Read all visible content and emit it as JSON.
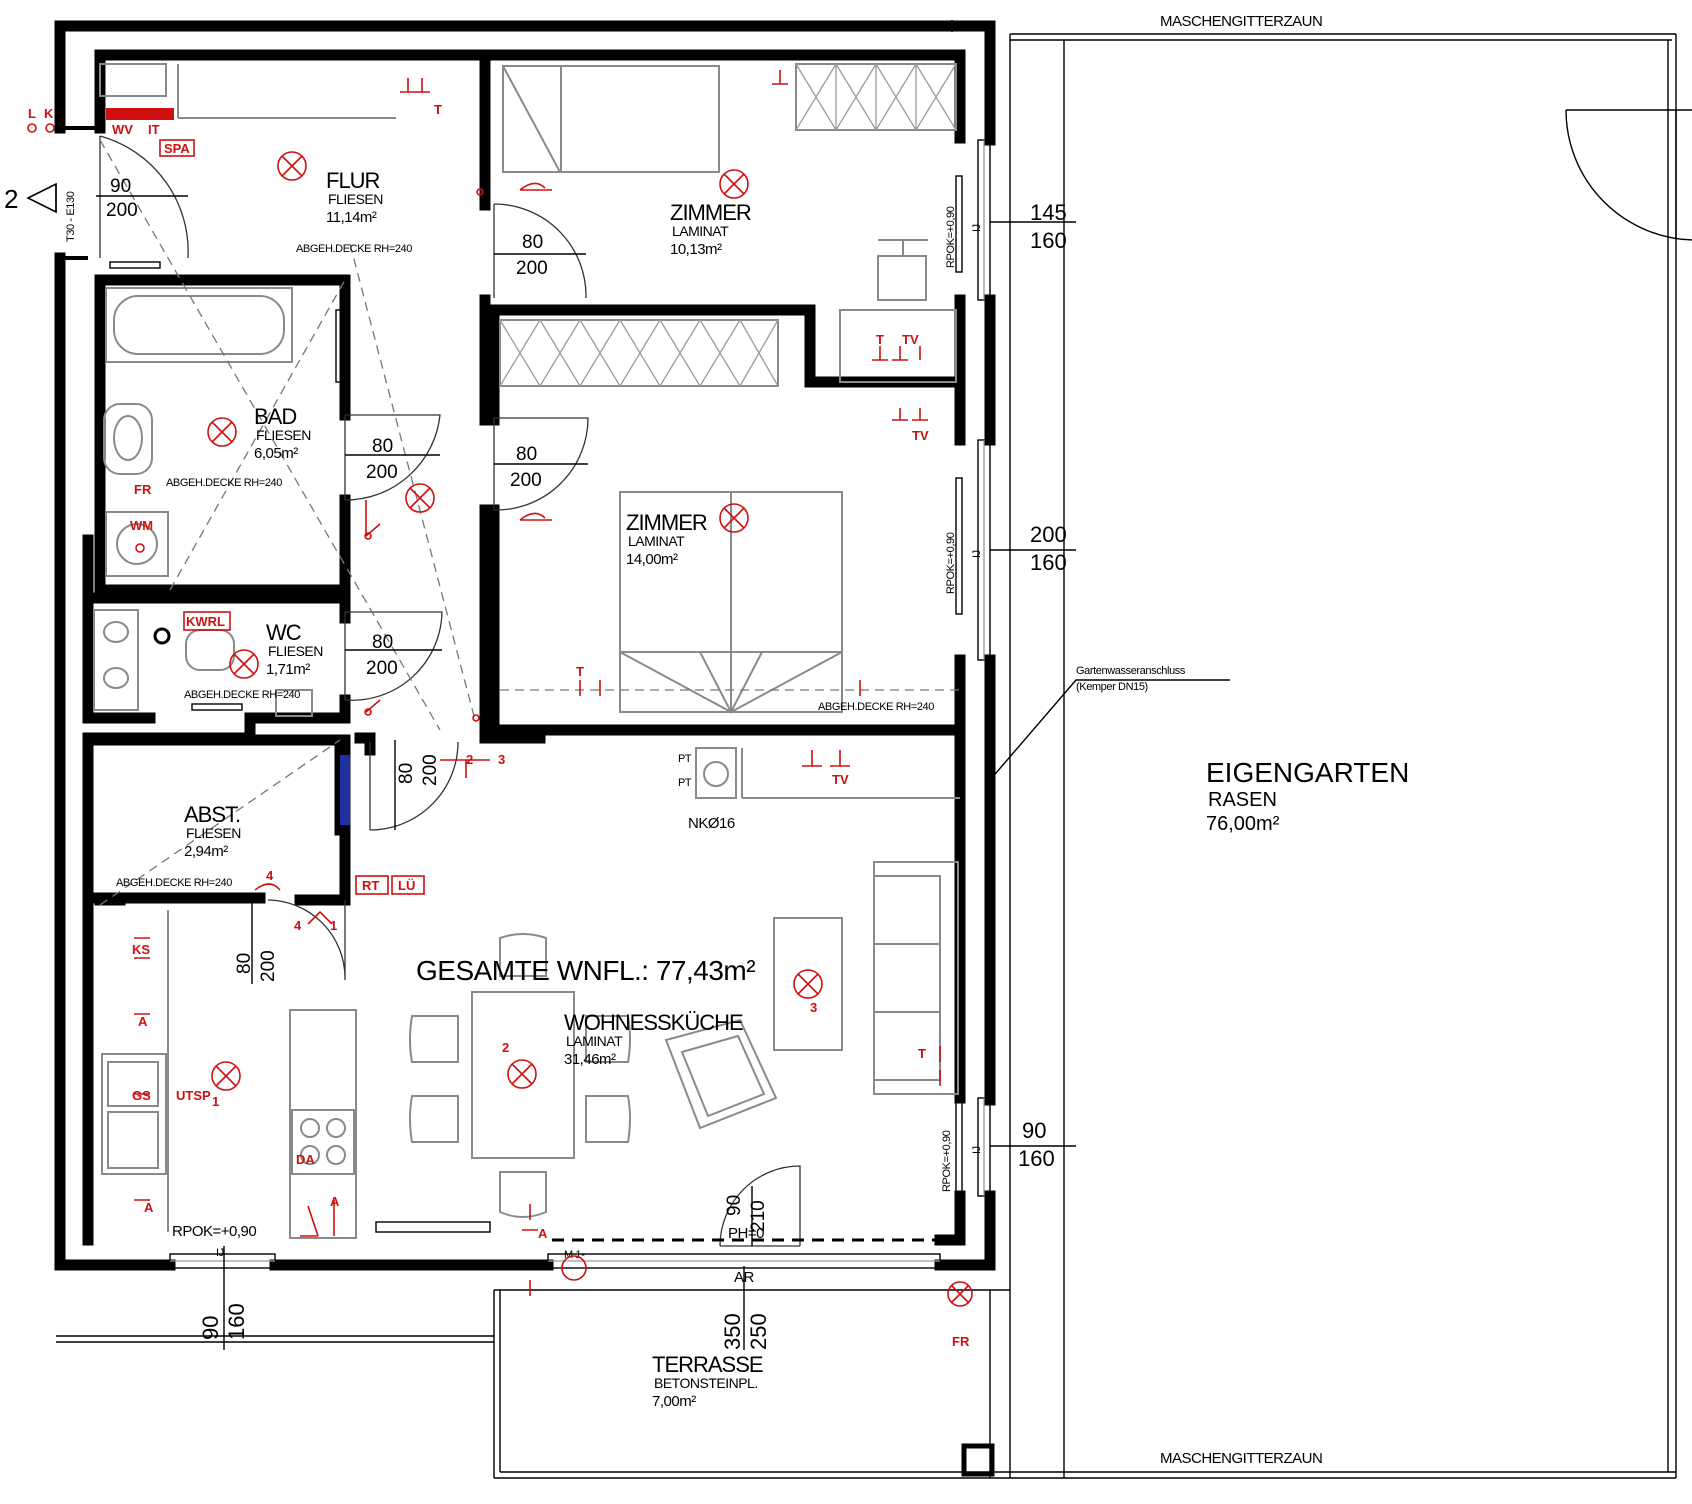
{
  "fence": {
    "top": "MASCHENGITTERZAUN",
    "bottom": "MASCHENGITTERZAUN"
  },
  "total": "GESAMTE WNFL.: 77,43m²",
  "rooms": {
    "flur": {
      "name": "FLUR",
      "floor": "FLIESEN",
      "area": "11,14m²",
      "ceiling": "ABGEH.DECKE RH=240"
    },
    "zimmer1": {
      "name": "ZIMMER",
      "floor": "LAMINAT",
      "area": "10,13m²"
    },
    "bad": {
      "name": "BAD",
      "floor": "FLIESEN",
      "area": "6,05m²",
      "ceiling": "ABGEH.DECKE RH=240"
    },
    "zimmer2": {
      "name": "ZIMMER",
      "floor": "LAMINAT",
      "area": "14,00m²",
      "ceiling": "ABGEH.DECKE RH=240"
    },
    "wc": {
      "name": "WC",
      "floor": "FLIESEN",
      "area": "1,71m²",
      "ceiling": "ABGEH.DECKE RH=240"
    },
    "abst": {
      "name": "ABST.",
      "floor": "FLIESEN",
      "area": "2,94m²",
      "ceiling": "ABGEH.DECKE RH=240"
    },
    "wohn": {
      "name": "WOHNESSKÜCHE",
      "floor": "LAMINAT",
      "area": "31,46m²"
    },
    "garten": {
      "name": "EIGENGARTEN",
      "floor": "RASEN",
      "area": "76,00m²"
    },
    "terrasse": {
      "name": "TERRASSE",
      "floor": "BETONSTEINPL.",
      "area": "7,00m²"
    }
  },
  "doors": {
    "entrance": {
      "w": "90",
      "h": "200",
      "label": "T30 - E130"
    },
    "flur_zimmer1": {
      "w": "80",
      "h": "200"
    },
    "bad": {
      "w": "80",
      "h": "200"
    },
    "zimmer2": {
      "w": "80",
      "h": "200"
    },
    "wc": {
      "w": "80",
      "h": "200"
    },
    "wohn": {
      "w": "80",
      "h": "200"
    },
    "abst": {
      "w": "80",
      "h": "200"
    },
    "terrace_door": {
      "w": "90",
      "h": "210",
      "ph": "PH=0"
    }
  },
  "windows": {
    "zimmer1": {
      "w": "145",
      "h": "160",
      "rpok": "RPOK=+0,90",
      "ij": "IJ"
    },
    "zimmer2": {
      "w": "200",
      "h": "160",
      "rpok": "RPOK=+0,90",
      "ij": "IJ"
    },
    "wohn_right": {
      "w": "90",
      "h": "160",
      "rpok": "RPOK=+0,90",
      "ij": "IJ"
    },
    "wohn_bottom": {
      "w": "90",
      "h": "160",
      "rpok": "RPOK=+0,90",
      "ij": "IJ"
    },
    "terrace": {
      "w": "350",
      "h": "250",
      "ar": "AR"
    }
  },
  "annotations": {
    "gartenwasser": "Gartenwasseranschluss",
    "kemper": "(Kemper DN15)",
    "nk": "NKØ16",
    "pt1": "PT",
    "pt2": "PT",
    "section": "2",
    "m1": "M\n1-",
    "sw_2": "2",
    "sw_3": "3",
    "sw_4": "4",
    "sw_1": "1",
    "light_2": "2",
    "light_3": "3"
  },
  "electrical": {
    "L": "L",
    "K": "K",
    "WV": "WV",
    "IT": "IT",
    "SPA": "SPA",
    "T1": "T",
    "T2": "T",
    "TV1": "TV",
    "TV2": "TV",
    "TV3": "TV",
    "T3": "T",
    "T4": "T",
    "FR1": "FR",
    "WM": "WM",
    "KWRL": "KWRL",
    "RT": "RT",
    "LU": "LÜ",
    "KS": "KS",
    "A1": "A",
    "A2": "A",
    "A3": "A",
    "A4": "A",
    "GS": "GS",
    "UTSP": "UTSP",
    "DA": "DA",
    "FR2": "FR",
    "one": "1"
  },
  "colors": {
    "wall": "#000000",
    "furniture": "#8a8a8a",
    "electrical": "#d01010"
  }
}
